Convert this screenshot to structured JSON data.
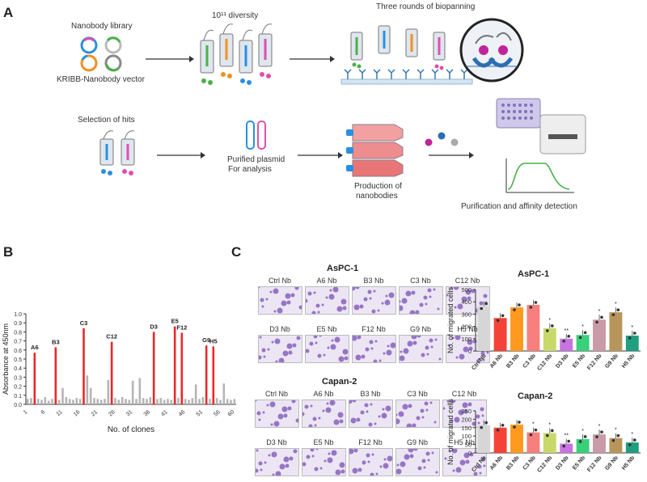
{
  "panelA": {
    "label": "A",
    "nanobody_library": "Nanobody library",
    "vector": "KRIBB-Nanobody vector",
    "diversity": "10¹¹ diversity",
    "biopanning": "Three rounds of biopanning",
    "selection": "Selection of hits",
    "plasmid_line1": "Purified plasmid",
    "plasmid_line2": "For analysis",
    "production_line1": "Production of",
    "production_line2": "nanobodies",
    "purification": "Purification and affinity detection"
  },
  "panelB": {
    "label": "B",
    "chart_data": {
      "type": "bar",
      "xlabel": "No. of clones",
      "ylabel": "Absorbance at 450nm",
      "ylim": [
        0,
        1.0
      ],
      "yticks": [
        "0.0",
        "0.1",
        "0.2",
        "0.3",
        "0.4",
        "0.5",
        "0.6",
        "0.7",
        "0.8",
        "0.9",
        "1.0"
      ],
      "xticks": [
        "1",
        "6",
        "11",
        "16",
        "21",
        "26",
        "31",
        "36",
        "41",
        "46",
        "51",
        "56",
        "60"
      ],
      "values": [
        0.06,
        0.07,
        0.57,
        0.06,
        0.05,
        0.08,
        0.04,
        0.06,
        0.63,
        0.05,
        0.18,
        0.08,
        0.06,
        0.05,
        0.07,
        0.06,
        0.84,
        0.32,
        0.18,
        0.07,
        0.06,
        0.05,
        0.06,
        0.27,
        0.69,
        0.07,
        0.05,
        0.08,
        0.06,
        0.05,
        0.26,
        0.06,
        0.29,
        0.07,
        0.06,
        0.08,
        0.8,
        0.06,
        0.07,
        0.05,
        0.06,
        0.05,
        0.86,
        0.07,
        0.79,
        0.06,
        0.05,
        0.07,
        0.22,
        0.06,
        0.08,
        0.65,
        0.06,
        0.64,
        0.07,
        0.05,
        0.23,
        0.06,
        0.05,
        0.06
      ],
      "highlight_color": "#e8292b",
      "base_color": "#b5b5b5",
      "annotations": [
        {
          "text": "A6",
          "clone": 3
        },
        {
          "text": "B3",
          "clone": 9
        },
        {
          "text": "C3",
          "clone": 17
        },
        {
          "text": "C12",
          "clone": 25
        },
        {
          "text": "D3",
          "clone": 37
        },
        {
          "text": "E5",
          "clone": 43
        },
        {
          "text": "F12",
          "clone": 45
        },
        {
          "text": "G9",
          "clone": 52
        },
        {
          "text": "H5",
          "clone": 54
        }
      ]
    }
  },
  "panelC": {
    "label": "C",
    "aspc_title": "AsPC-1",
    "capan_title": "Capan-2",
    "wells": [
      "Ctrl Nb",
      "A6 Nb",
      "B3 Nb",
      "C3 Nb",
      "C12 Nb",
      "D3 Nb",
      "E5 Nb",
      "F12 Nb",
      "G9 Nb",
      "H5 Nb"
    ],
    "chart_data": [
      {
        "type": "bar",
        "title": "AsPC-1",
        "ylabel": "No. of migrated cells",
        "ylim": [
          0,
          500
        ],
        "yticks": [
          "0",
          "100",
          "200",
          "300",
          "400",
          "500"
        ],
        "categories": [
          "Ctrl Nb",
          "A6 Nb",
          "B3 Nb",
          "C3 Nb",
          "C12 Nb",
          "D3 Nb",
          "E5 Nb",
          "F12 Nb",
          "G9 Nb",
          "H5 Nb"
        ],
        "values": [
          365,
          268,
          355,
          375,
          185,
          100,
          130,
          255,
          315,
          125
        ],
        "sig": [
          "",
          "",
          "",
          "",
          "*",
          "**",
          "*",
          "*",
          "*",
          "*"
        ],
        "colors": [
          "#d6d6d6",
          "#f44336",
          "#ff9a1f",
          "#f7807f",
          "#c8d96a",
          "#c774e0",
          "#38d07a",
          "#c99aa8",
          "#b8955b",
          "#1f9e80"
        ]
      },
      {
        "type": "bar",
        "title": "Capan-2",
        "ylabel": "No. of migrated cells",
        "ylim": [
          0,
          250
        ],
        "yticks": [
          "0",
          "50",
          "100",
          "150",
          "200",
          "250"
        ],
        "categories": [
          "Ctrl Nb",
          "A6 Nb",
          "B3 Nb",
          "C3 Nb",
          "C12 Nb",
          "D3 Nb",
          "E5 Nb",
          "F12 Nb",
          "G9 Nb",
          "H5 Nb"
        ],
        "values": [
          165,
          150,
          168,
          122,
          118,
          55,
          82,
          110,
          88,
          62
        ],
        "sig": [
          "",
          "",
          "",
          "*",
          "*",
          "**",
          "*",
          "*",
          "*",
          "*"
        ],
        "colors": [
          "#d6d6d6",
          "#f44336",
          "#ff9a1f",
          "#f7807f",
          "#c8d96a",
          "#c774e0",
          "#38d07a",
          "#c99aa8",
          "#b8955b",
          "#1f9e80"
        ]
      }
    ]
  }
}
